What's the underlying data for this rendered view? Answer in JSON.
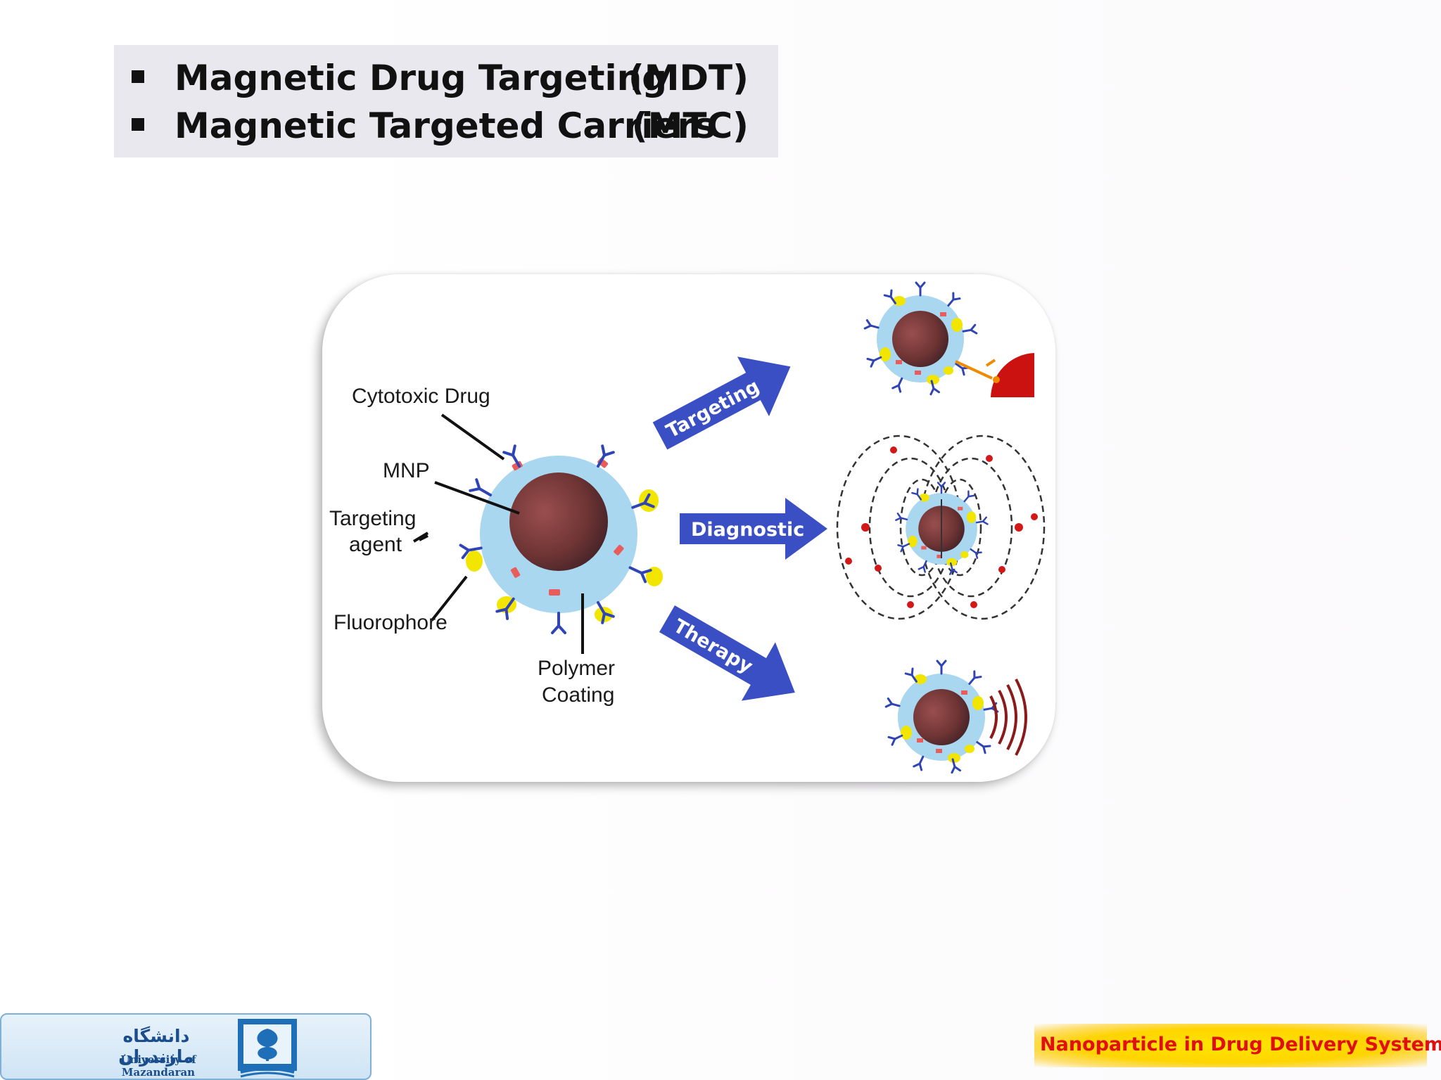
{
  "header": {
    "bullets": [
      {
        "text": "Magnetic Drug Targeting",
        "abbr": "(MDT)"
      },
      {
        "text": "Magnetic Targeted Carriers",
        "abbr": "(MTC)"
      }
    ]
  },
  "figure": {
    "labels": {
      "cytotoxic_drug": "Cytotoxic Drug",
      "mnp": "MNP",
      "targeting_line1": "Targeting",
      "targeting_line2": "agent",
      "fluorophore": "Fluorophore",
      "polymer_line1": "Polymer",
      "polymer_line2": "Coating"
    },
    "arrows": {
      "targeting": "Targeting",
      "diagnostic": "Diagnostic",
      "therapy": "Therapy"
    },
    "colors": {
      "arrow": "#3b4fc4",
      "shell": "#a9d7ef",
      "core": "#7a3b3b",
      "antibody": "#2f45b5",
      "fluorophore": "#f2e600",
      "drug": "#e85c5c",
      "target": "#cc1111",
      "waves": "#8b1a1a"
    }
  },
  "footer": {
    "university_fa": "دانشگاه مازندران",
    "university_en": "University of Mazandaran",
    "course_title": "Nanoparticle in Drug Delivery System"
  }
}
